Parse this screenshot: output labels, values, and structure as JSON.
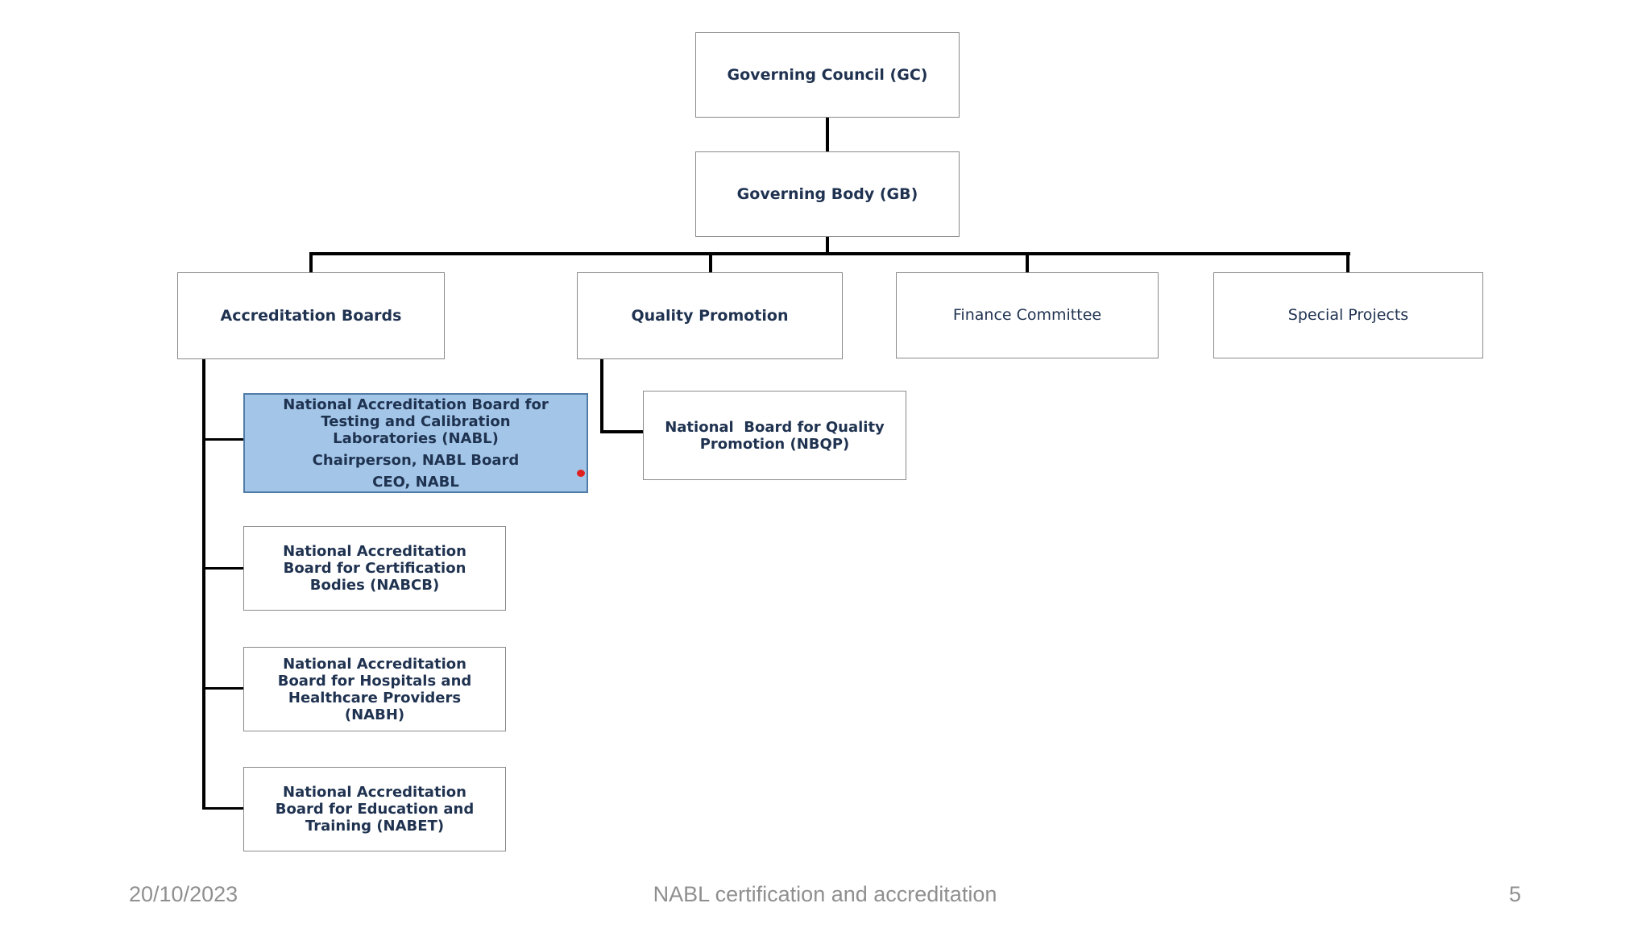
{
  "org_chart": {
    "nodes": {
      "governing_council": {
        "label": "Governing Council (GC)"
      },
      "governing_body": {
        "label": "Governing Body (GB)"
      },
      "accreditation_boards": {
        "label": "Accreditation Boards"
      },
      "quality_promotion": {
        "label": "Quality Promotion"
      },
      "finance_committee": {
        "label": "Finance Committee"
      },
      "special_projects": {
        "label": "Special Projects"
      },
      "nabl": {
        "title": "National Accreditation Board for\nTesting and Calibration\nLaboratories (NABL)",
        "line2": "Chairperson, NABL Board",
        "line3": "CEO, NABL"
      },
      "nabcb": {
        "label": "National Accreditation\nBoard for Certification\nBodies (NABCB)"
      },
      "nabh": {
        "label": "National Accreditation\nBoard for Hospitals and\nHealthcare Providers\n(NABH)"
      },
      "nabet": {
        "label": "National Accreditation\nBoard for Education and\nTraining (NABET)"
      },
      "nbqp": {
        "label": "National  Board for Quality\nPromotion (NBQP)"
      }
    }
  },
  "footer": {
    "date": "20/10/2023",
    "title": "NABL certification and accreditation",
    "page_number": "5"
  },
  "colors": {
    "highlight_fill": "#A3C6E8",
    "highlight_border": "#527CA8",
    "box_border": "#8A8A8A",
    "text": "#1F3250",
    "connector": "#000000",
    "marker": "#E02020",
    "footer_text": "#8F8F8F"
  }
}
